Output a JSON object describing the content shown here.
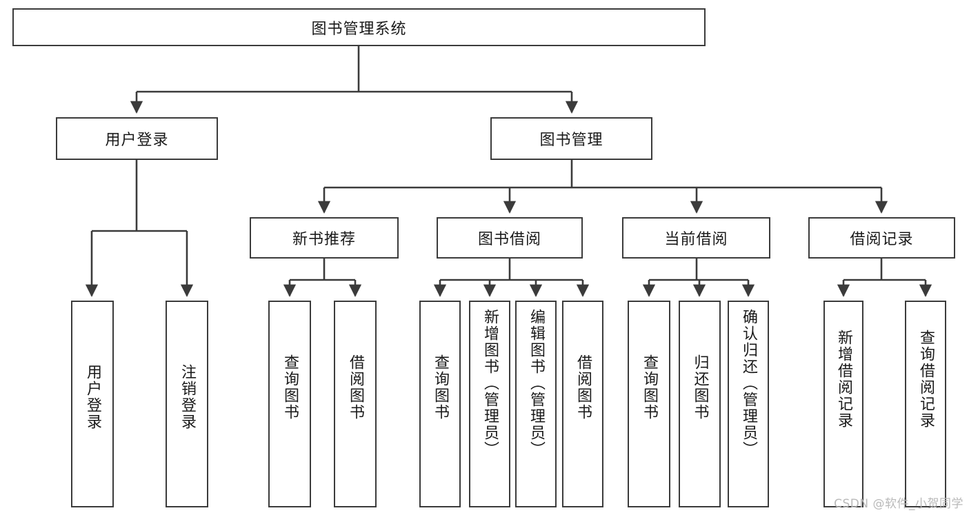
{
  "diagram": {
    "type": "tree",
    "title": "图书管理系统",
    "watermark": "CSDN @软件_小贺同学",
    "colors": {
      "stroke": "#3b3b3b",
      "fill": "#ffffff",
      "text": "#1a1a1a",
      "watermark": "#b9b9b9"
    },
    "root": {
      "label": "图书管理系统"
    },
    "level1": [
      {
        "label": "用户登录"
      },
      {
        "label": "图书管理"
      }
    ],
    "level2": [
      {
        "label": "新书推荐"
      },
      {
        "label": "图书借阅"
      },
      {
        "label": "当前借阅"
      },
      {
        "label": "借阅记录"
      }
    ],
    "leaves": [
      {
        "label": "用户登录",
        "parent": "用户登录"
      },
      {
        "label": "注销登录",
        "parent": "用户登录"
      },
      {
        "label": "查询图书",
        "parent": "新书推荐"
      },
      {
        "label": "借阅图书",
        "parent": "新书推荐"
      },
      {
        "label": "查询图书",
        "parent": "图书借阅"
      },
      {
        "label": "新增图书（管理员）",
        "parent": "图书借阅"
      },
      {
        "label": "编辑图书（管理员）",
        "parent": "图书借阅"
      },
      {
        "label": "借阅图书",
        "parent": "图书借阅"
      },
      {
        "label": "查询图书",
        "parent": "当前借阅"
      },
      {
        "label": "归还图书",
        "parent": "当前借阅"
      },
      {
        "label": "确认归还（管理员）",
        "parent": "当前借阅"
      },
      {
        "label": "新增借阅记录",
        "parent": "借阅记录"
      },
      {
        "label": "查询借阅记录",
        "parent": "借阅记录"
      }
    ]
  }
}
